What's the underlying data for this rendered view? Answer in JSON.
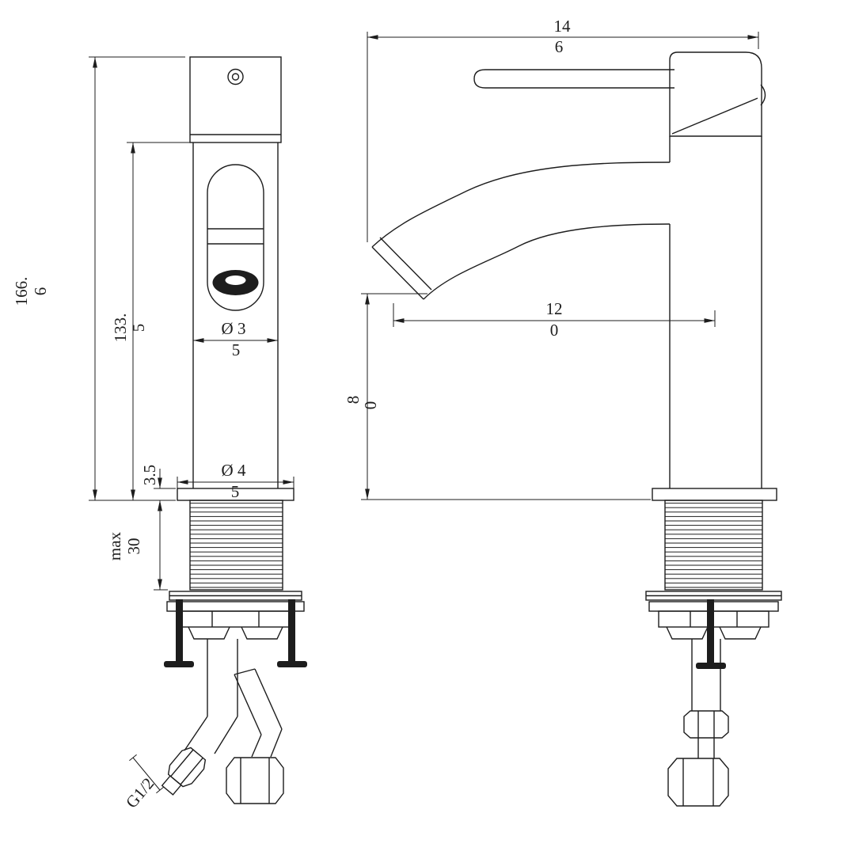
{
  "meta": {
    "background_color": "#ffffff",
    "line_color": "#1d1d1d",
    "drawing_type": "basin-mixer-faucet-technical-drawing"
  },
  "labels": {
    "height_total_1": "166.",
    "height_total_2": "6",
    "height_body_1": "133.",
    "height_body_2": "5",
    "flange_thickness": "3.5",
    "thread_max_word": "max",
    "thread_length": "30",
    "dia_body_1": "Ø 3",
    "dia_body_2": "5",
    "dia_base_1": "Ø 4",
    "dia_base_2": "5",
    "depth_total_1": "14",
    "depth_total_2": "6",
    "spout_reach_1": "12",
    "spout_reach_2": "0",
    "spout_height_1": "8",
    "spout_height_2": "0",
    "inlet_thread": "G1/2"
  }
}
